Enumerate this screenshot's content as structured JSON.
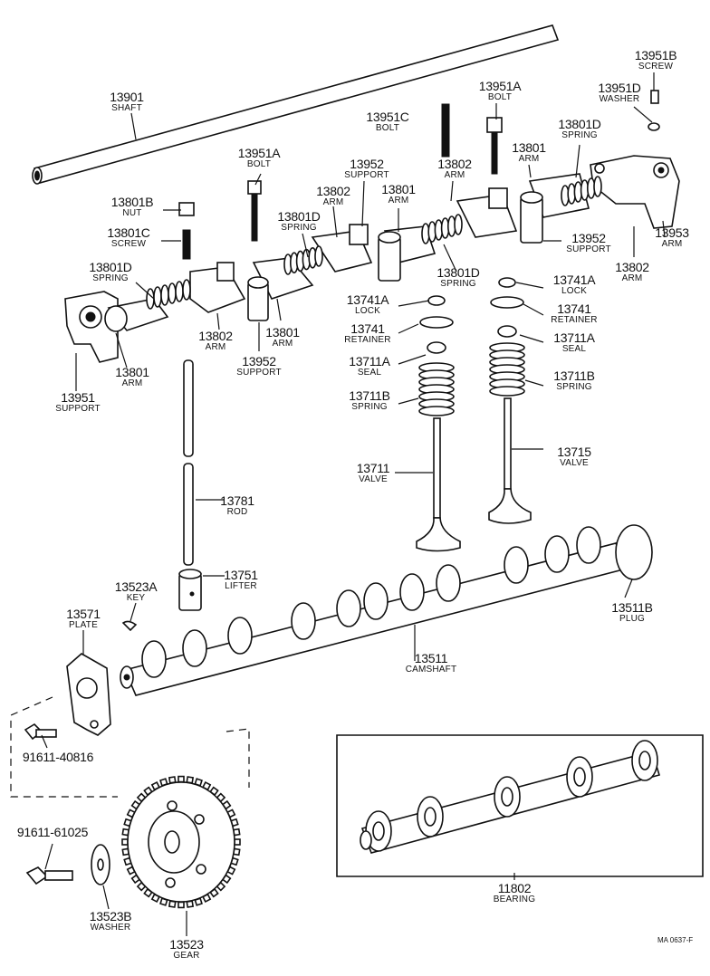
{
  "labels": {
    "shaft": {
      "num": "13901",
      "name": "SHAFT"
    },
    "screw_b": {
      "num": "13951B",
      "name": "SCREW"
    },
    "washer_d": {
      "num": "13951D",
      "name": "WASHER"
    },
    "bolt_a_right": {
      "num": "13951A",
      "name": "BOLT"
    },
    "bolt_c": {
      "num": "13951C",
      "name": "BOLT"
    },
    "bolt_a_left": {
      "num": "13951A",
      "name": "BOLT"
    },
    "spring_d_top": {
      "num": "13801D",
      "name": "SPRING"
    },
    "arm_13801_top": {
      "num": "13801",
      "name": "ARM"
    },
    "support_top": {
      "num": "13952",
      "name": "SUPPORT"
    },
    "arm_13802_top": {
      "num": "13802",
      "name": "ARM"
    },
    "arm_13802_mid": {
      "num": "13802",
      "name": "ARM"
    },
    "arm_13801_mid": {
      "num": "13801",
      "name": "ARM"
    },
    "spring_d_mid": {
      "num": "13801D",
      "name": "SPRING"
    },
    "nut_b": {
      "num": "13801B",
      "name": "NUT"
    },
    "screw_c": {
      "num": "13801C",
      "name": "SCREW"
    },
    "spring_d_left": {
      "num": "13801D",
      "name": "SPRING"
    },
    "support_right": {
      "num": "13952",
      "name": "SUPPORT"
    },
    "arm_13953": {
      "num": "13953",
      "name": "ARM"
    },
    "arm_13802_r": {
      "num": "13802",
      "name": "ARM"
    },
    "spring_d_low": {
      "num": "13801D",
      "name": "SPRING"
    },
    "lock_right": {
      "num": "13741A",
      "name": "LOCK"
    },
    "lock_left": {
      "num": "13741A",
      "name": "LOCK"
    },
    "retainer_left": {
      "num": "13741",
      "name": "RETAINER"
    },
    "retainer_right": {
      "num": "13741",
      "name": "RETAINER"
    },
    "seal_right": {
      "num": "13711A",
      "name": "SEAL"
    },
    "seal_left": {
      "num": "13711A",
      "name": "SEAL"
    },
    "spring_b_right": {
      "num": "13711B",
      "name": "SPRING"
    },
    "spring_b_left": {
      "num": "13711B",
      "name": "SPRING"
    },
    "arm_13802_low": {
      "num": "13802",
      "name": "ARM"
    },
    "arm_13801_low": {
      "num": "13801",
      "name": "ARM"
    },
    "support_low": {
      "num": "13952",
      "name": "SUPPORT"
    },
    "arm_13801_left": {
      "num": "13801",
      "name": "ARM"
    },
    "support_13951": {
      "num": "13951",
      "name": "SUPPORT"
    },
    "valve_13715": {
      "num": "13715",
      "name": "VALVE"
    },
    "valve_13711": {
      "num": "13711",
      "name": "VALVE"
    },
    "rod": {
      "num": "13781",
      "name": "ROD"
    },
    "lifter": {
      "num": "13751",
      "name": "LIFTER"
    },
    "key": {
      "num": "13523A",
      "name": "KEY"
    },
    "plate": {
      "num": "13571",
      "name": "PLATE"
    },
    "plug": {
      "num": "13511B",
      "name": "PLUG"
    },
    "camshaft": {
      "num": "13511",
      "name": "CAMSHAFT"
    },
    "bolt_91611_40816": {
      "num": "91611-40816",
      "name": ""
    },
    "bolt_91611_61025": {
      "num": "91611-61025",
      "name": ""
    },
    "washer_b": {
      "num": "13523B",
      "name": "WASHER"
    },
    "gear": {
      "num": "13523",
      "name": "GEAR"
    },
    "bearing": {
      "num": "11802",
      "name": "BEARING"
    }
  },
  "figure_code": "MA 0637-F"
}
